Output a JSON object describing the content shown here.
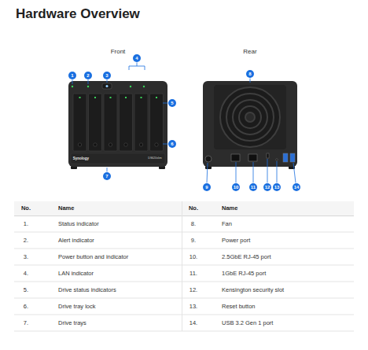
{
  "diagram": {
    "title": "Hardware Overview",
    "labels": [
      "Front",
      "Rear",
      "Synology",
      "DS620slim",
      "1",
      "2",
      "3",
      "4",
      "5",
      "6",
      "7",
      "8",
      "9",
      "10",
      "11",
      "12",
      "13",
      "14",
      "No.",
      "Name",
      "No.",
      "Name",
      "1.",
      "Status indicator",
      "8.",
      "Fan",
      "2.",
      "Alert indicator",
      "9.",
      "Power port",
      "3.",
      "Power button and indicator",
      "10.",
      "2.5GbE RJ-45 port",
      "4.",
      "LAN indicator",
      "11.",
      "1GbE RJ-45 port",
      "5.",
      "Drive status indicators",
      "12.",
      "Kensington security slot",
      "6.",
      "Drive tray lock",
      "13.",
      "Reset button",
      "7.",
      "Drive trays",
      "14.",
      "USB 3.2 Gen 1 port"
    ]
  }
}
